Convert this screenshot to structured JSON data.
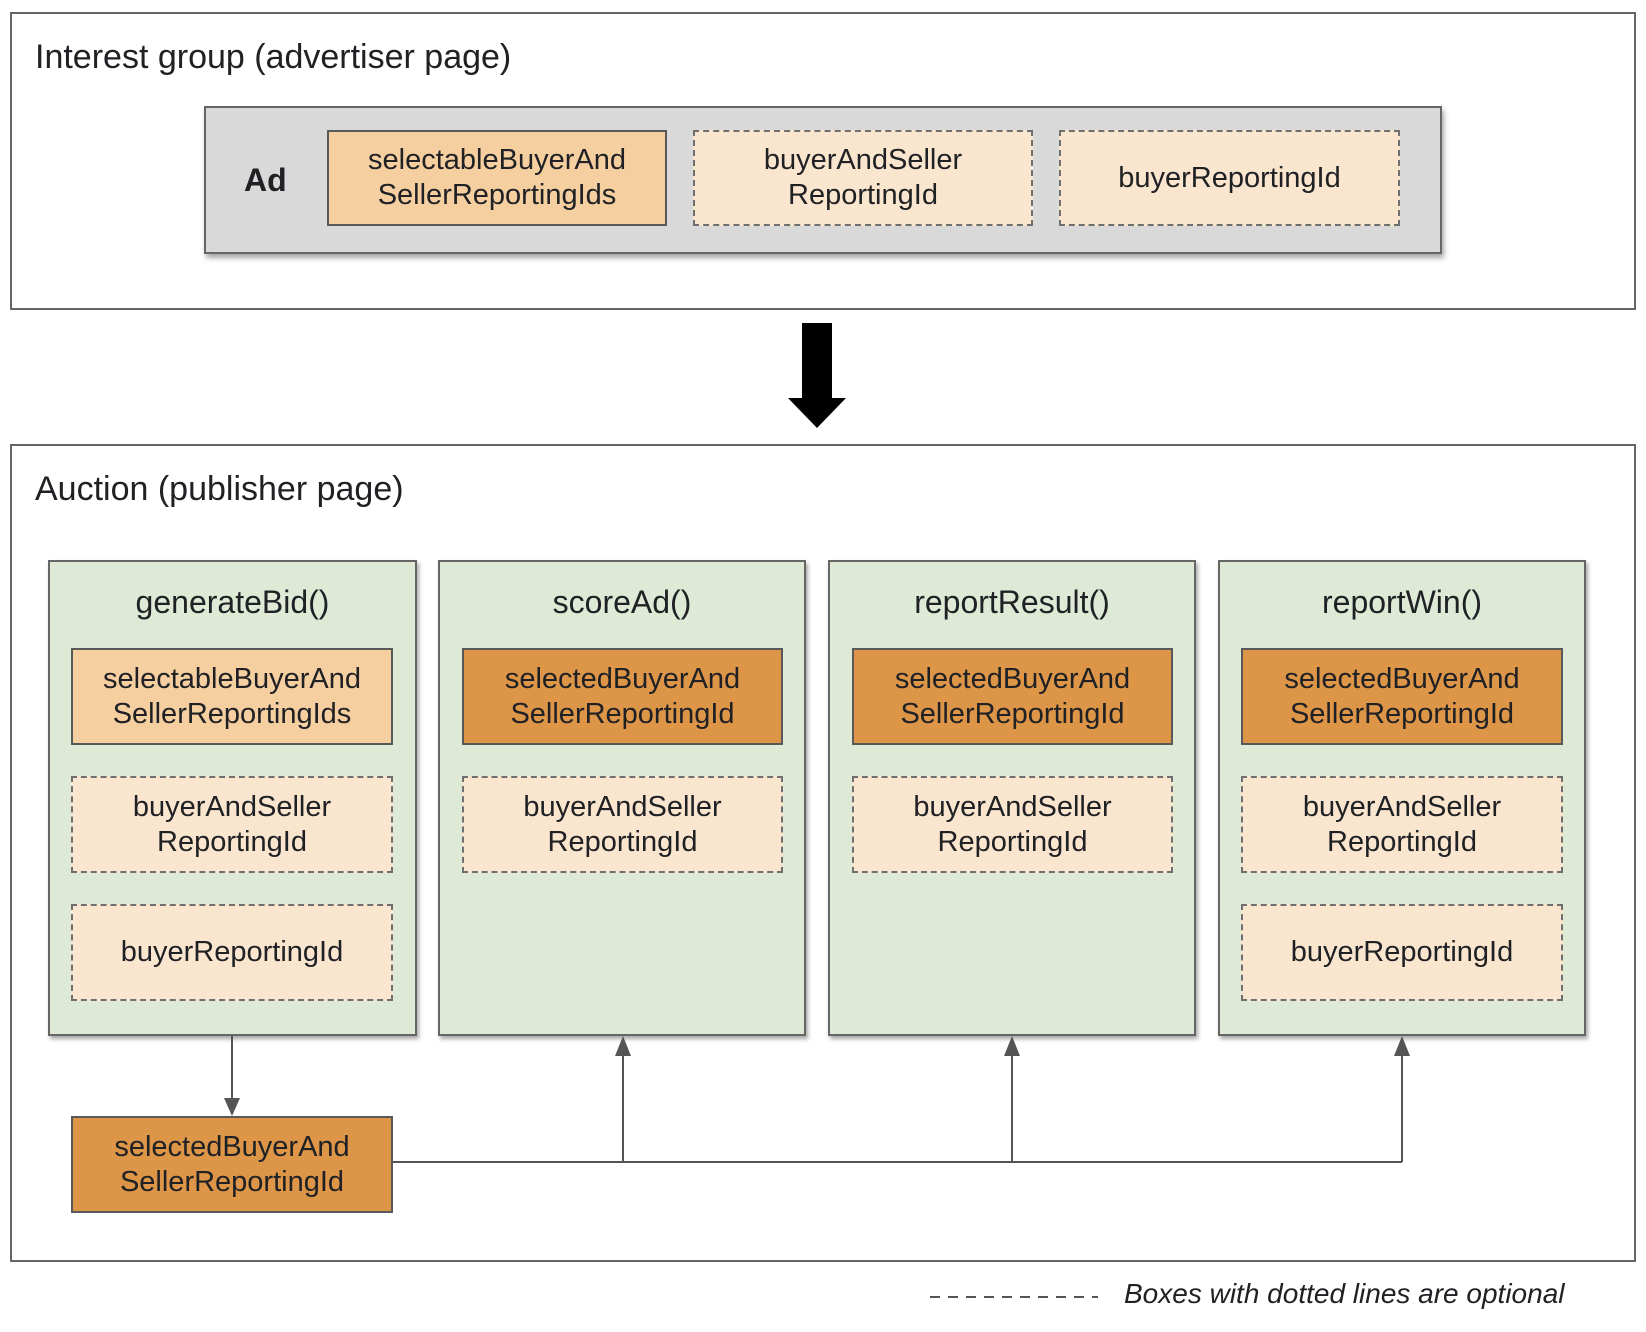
{
  "interest_group": {
    "title": "Interest group (advertiser page)",
    "ad_label": "Ad",
    "boxes": [
      "selectableBuyerAnd\nSellerReportingIds",
      "buyerAndSeller\nReportingId",
      "buyerReportingId"
    ]
  },
  "auction": {
    "title": "Auction (publisher page)",
    "columns": [
      {
        "title": "generateBid()",
        "boxes": [
          "selectableBuyerAnd\nSellerReportingIds",
          "buyerAndSeller\nReportingId",
          "buyerReportingId"
        ]
      },
      {
        "title": "scoreAd()",
        "boxes": [
          "selectedBuyerAnd\nSellerReportingId",
          "buyerAndSeller\nReportingId"
        ]
      },
      {
        "title": "reportResult()",
        "boxes": [
          "selectedBuyerAnd\nSellerReportingId",
          "buyerAndSeller\nReportingId"
        ]
      },
      {
        "title": "reportWin()",
        "boxes": [
          "selectedBuyerAnd\nSellerReportingId",
          "buyerAndSeller\nReportingId",
          "buyerReportingId"
        ]
      }
    ],
    "output_box": "selectedBuyerAnd\nSellerReportingId"
  },
  "legend": {
    "text": "Boxes with dotted lines are optional"
  },
  "colors": {
    "selectable": "#f6cfa0",
    "selected": "#dd9548",
    "optional": "#fae6cf",
    "function": "#dfead6",
    "ad_bar": "#d9d9d9"
  }
}
